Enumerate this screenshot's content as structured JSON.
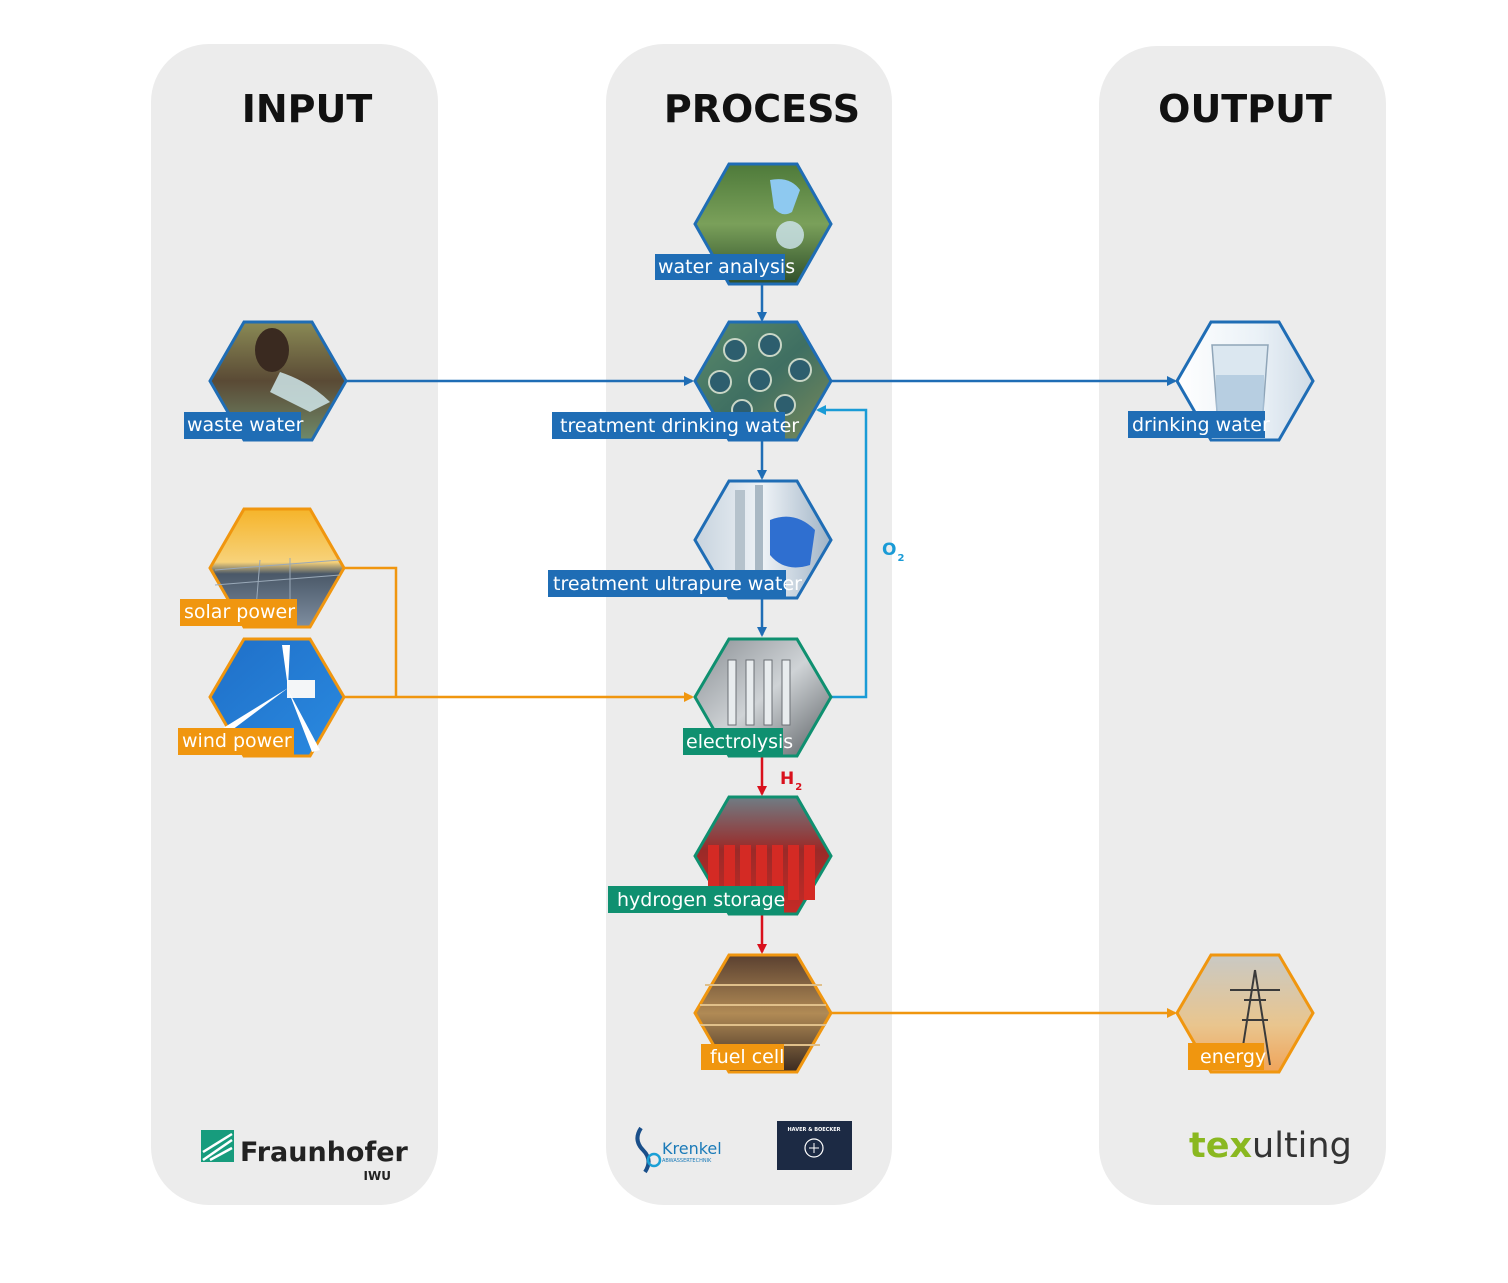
{
  "columns": {
    "input": "INPUT",
    "process": "PROCESS",
    "output": "OUTPUT"
  },
  "nodes": {
    "waste_water": "waste water",
    "solar_power": "solar power",
    "wind_power": "wind power",
    "water_analysis": "water analysis",
    "treatment_drinking_water": "treatment drinking water",
    "treatment_ultrapure_water": "treatment ultrapure water",
    "electrolysis": "electrolysis",
    "hydrogen_storage": "hydrogen storage",
    "fuel_cell": "fuel cell",
    "drinking_water": "drinking water",
    "energy": "energy"
  },
  "flow_labels": {
    "oxygen": "O",
    "oxygen_sub": "2",
    "hydrogen": "H",
    "hydrogen_sub": "2"
  },
  "logos": {
    "fraunhofer": "Fraunhofer",
    "fraunhofer_sub": "IWU",
    "krenkel": "Krenkel",
    "krenkel_sub": "ABWASSERTECHNIK",
    "haver": "HAVER & BOECKER",
    "texulting_a": "tex",
    "texulting_b": "ulting"
  },
  "colors": {
    "water_blue": "#1f6db5",
    "oxygen_blue": "#1a9bd6",
    "energy_orange": "#f0960f",
    "process_green": "#0f9070",
    "hydrogen_red": "#d9101c",
    "panel_gray": "#ececec"
  }
}
